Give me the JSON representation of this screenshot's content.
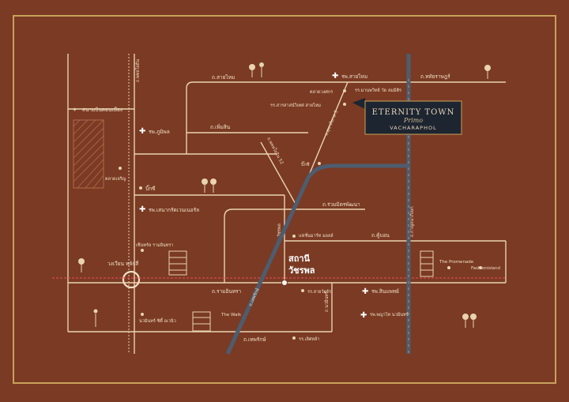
{
  "colors": {
    "background": "#7a3a24",
    "frame": "#c9a15a",
    "road": "#e9d3b0",
    "rail_line": "#4d5d6f",
    "rail_dash": "#d64a4a",
    "label_box": "#1d2530"
  },
  "brand": {
    "line1": "ETERNITY TOWN",
    "line2": "Primo",
    "line3": "VACHARAPHOL"
  },
  "station": {
    "line1": "สถานี",
    "line2": "วัชรพล"
  },
  "roads": {
    "sai_mai_top": "ถ.สายไหม",
    "phaholyothin": "ถ.พหลโยธิน",
    "ram_intra": "ถ.รามอินทรา",
    "phraya_suren": "ถ.คู้บอน",
    "watcharaphon": "ถ.วัชรพล",
    "ruammitr": "ถ.ร่วมมิตรพัฒนา",
    "khu_bon": "ถ.คู้บอน",
    "hathairat": "ถ.หทัยราษฎร์",
    "phaholyothin_52": "ถ.พหลโยธิน 52",
    "sukhapiban5": "ถ.สุขาภิบาล 5",
    "saimai2": "ถ.สายไหม",
    "rat_ram": "ถ.รามอินทรา",
    "ratchada": "ถ.เทพรักษ์",
    "phraya_suren_vertical": "ถ.พระยาสุเรนทร์",
    "nawamin": "ถ.นวมินทร์",
    "jatujak": "ถ.เพิ่มสิน",
    "kanchanaphisek": "ถ.กาญจนาภิเษก",
    "mayom": "ถ.เทพรักษ์",
    "bottom": "ถ.เทพรักษ์"
  },
  "places": {
    "airport": "สนามบินดอนเมือง",
    "hosp_saimai": "รพ.สายไหม",
    "rama_school": "รร.สารสาสน์วิเทศ สายไหม",
    "talad_wongsakorn": "ตลาดวงศกร",
    "ruamjai": "รร.มานพวิทย์ วัด ลมมิติร",
    "hosp_bhumibol": "รพ.ภูมิพล",
    "talad_charoen": "ตลาดเจริญ",
    "big_c_left": "บิ๊กซี",
    "hosp_phaholpolpayuhasena": "รพ.เสนากรัดเวนเนอรัล",
    "big_c": "บิ๊กซี",
    "fashion_outlet": "แฟชั่นมาร์ท มอลล์",
    "circle_lak_si": "วงเวียน หลักสี่",
    "central_ram": "เซ็นทรัล รามอินทรา",
    "the_promenade": "The Promenade",
    "fashion_island": "Fashionisland",
    "saint_john": "รร.สายวัตร์ร",
    "hosp_synphaet": "รพ.สินแพทย์",
    "nawamin_city": "นวมินทร์ ซิตี้ อเวนิว",
    "the_walk": "The Walk",
    "hosp_nawamin": "รพ.พญาไท นวมินทร์",
    "school_bottom": "รร.เลิศหล้า",
    "bottom_road": "ถ.เทพรักษ์"
  }
}
